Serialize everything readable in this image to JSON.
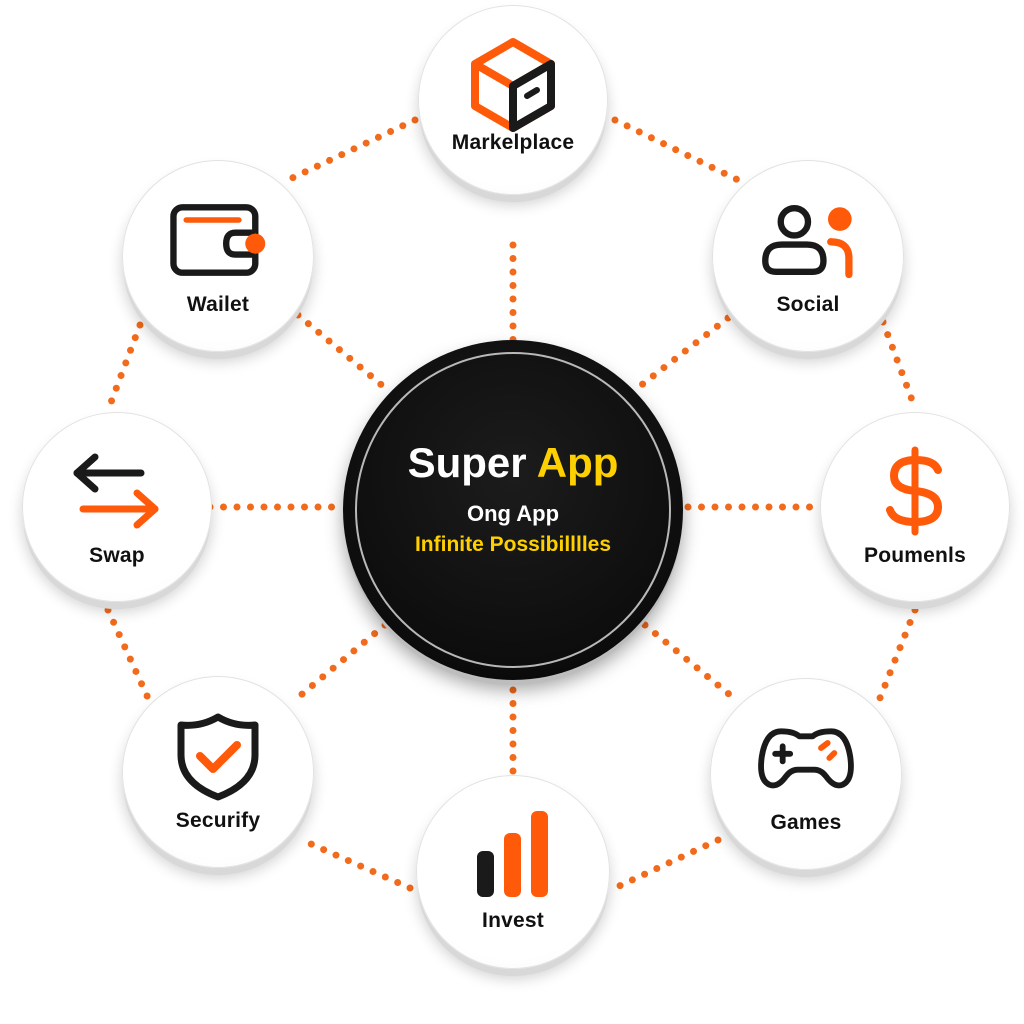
{
  "colors": {
    "accent": "#ff5a0a",
    "dark": "#1a1a1a",
    "hub_bg": "#0d0d0d",
    "highlight": "#ffd000",
    "connector": "#f26a1b"
  },
  "hub": {
    "title_main": "Super",
    "title_accent": "App",
    "subtitle_line1": "Ong App",
    "subtitle_line2": "Infinite Possibilllles"
  },
  "nodes": [
    {
      "id": "marketplace",
      "label": "Markelplace",
      "icon": "box-icon"
    },
    {
      "id": "social",
      "label": "Social",
      "icon": "users-icon"
    },
    {
      "id": "payments",
      "label": "Poumenls",
      "icon": "dollar-icon"
    },
    {
      "id": "games",
      "label": "Games",
      "icon": "gamepad-icon"
    },
    {
      "id": "invest",
      "label": "Invest",
      "icon": "bar-chart-icon"
    },
    {
      "id": "security",
      "label": "Securify",
      "icon": "shield-check-icon"
    },
    {
      "id": "swap",
      "label": "Swap",
      "icon": "swap-arrows-icon"
    },
    {
      "id": "wallet",
      "label": "Wailet",
      "icon": "wallet-icon"
    }
  ]
}
